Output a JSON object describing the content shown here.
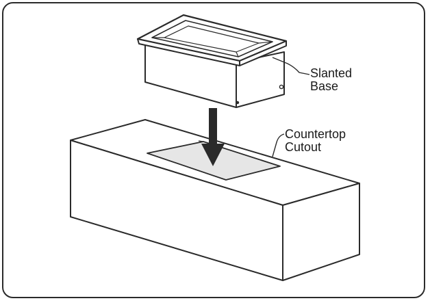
{
  "labels": {
    "slanted_base": [
      "Slanted",
      "Base"
    ],
    "countertop_cutout": [
      "Countertop",
      "Cutout"
    ]
  },
  "colors": {
    "stroke": "#2a2a2a",
    "fill": "#ffffff",
    "cutout_fill": "#e6e6e6"
  }
}
